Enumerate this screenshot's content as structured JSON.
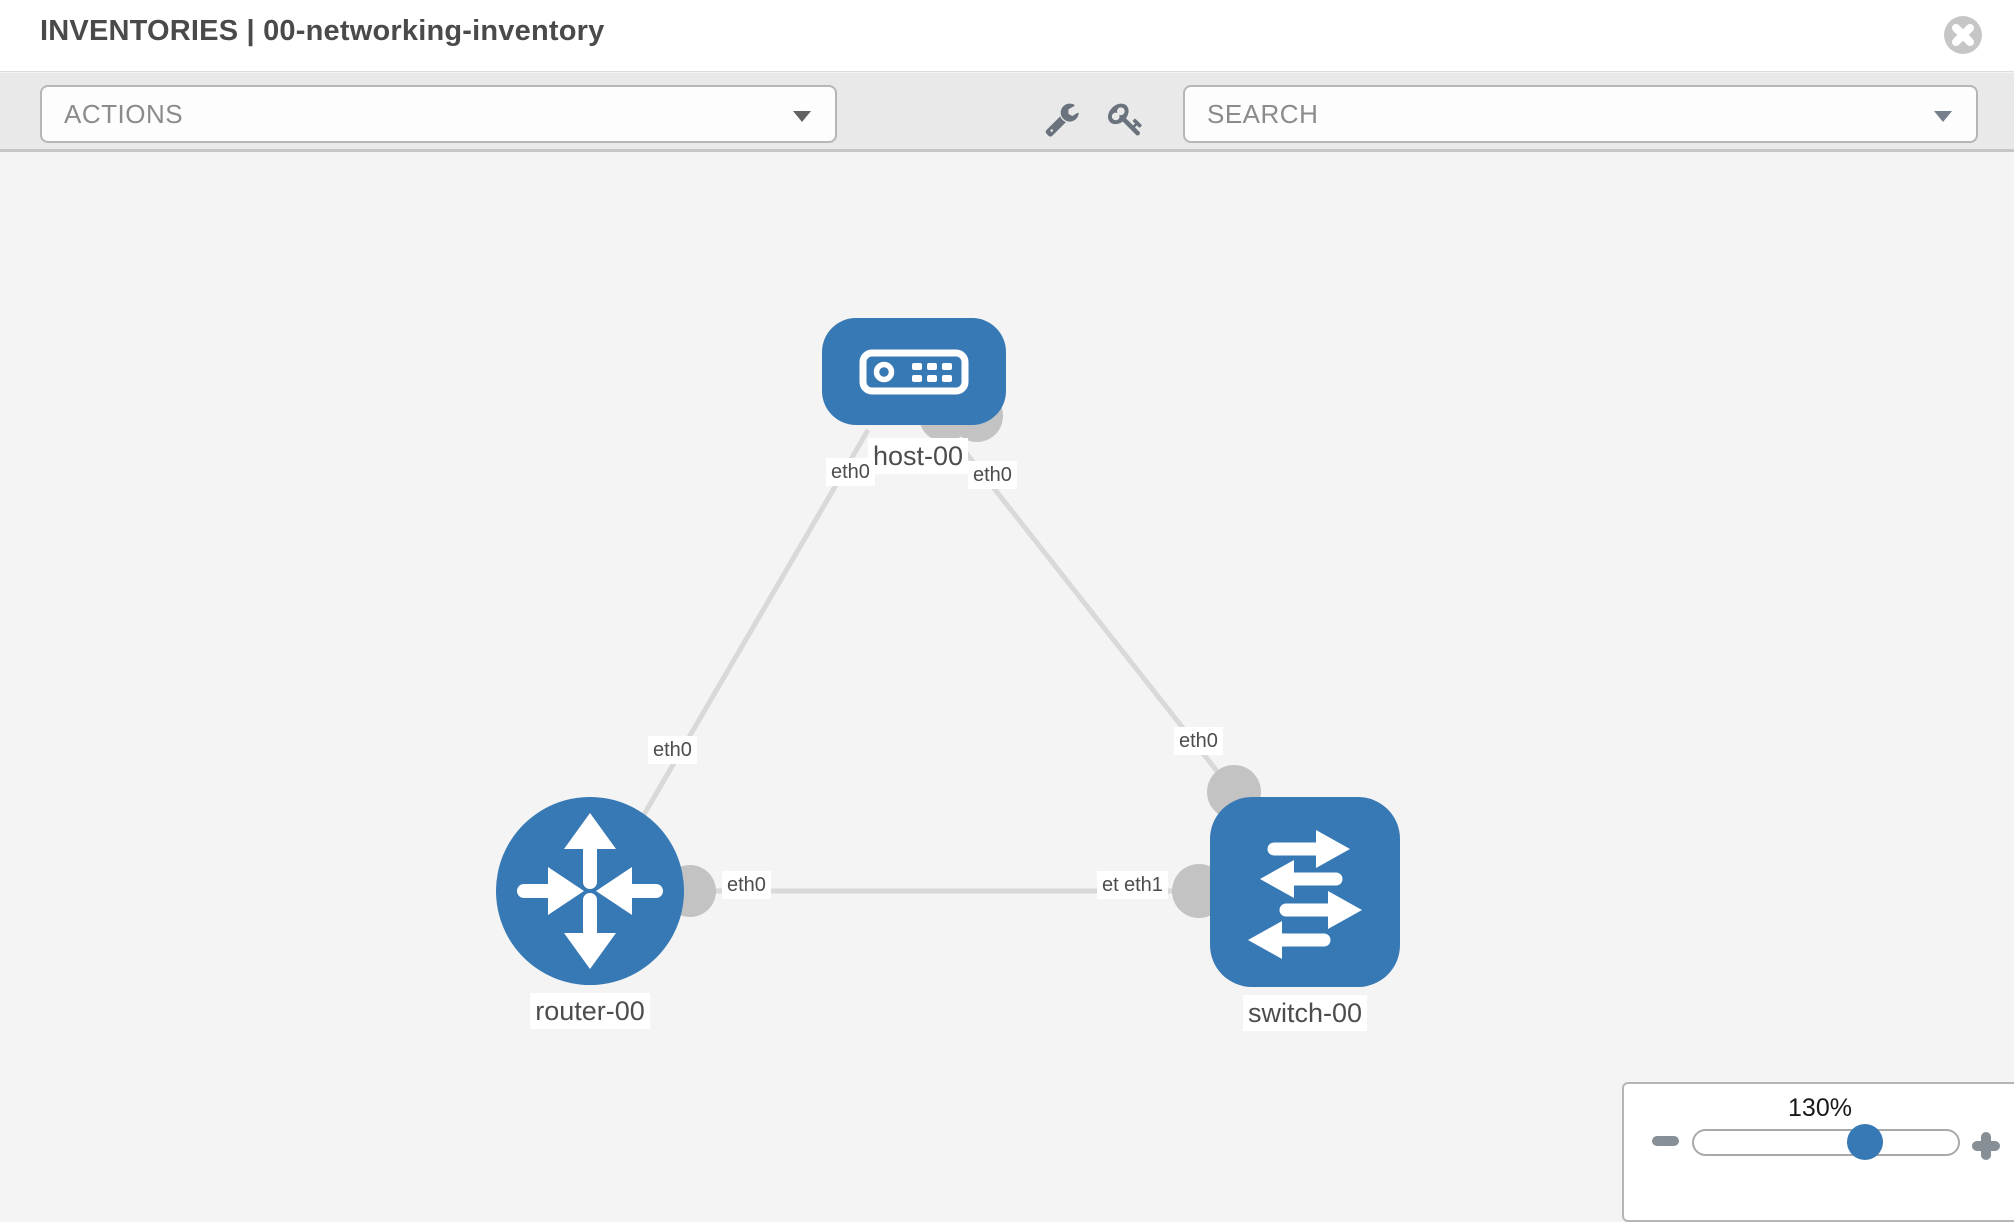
{
  "header": {
    "title": "INVENTORIES | 00-networking-inventory"
  },
  "toolbar": {
    "actions_label": "ACTIONS",
    "search_placeholder": "SEARCH",
    "icons": [
      "wrench-icon",
      "key-icon"
    ]
  },
  "topology": {
    "nodes": [
      {
        "name": "host-00",
        "type": "host"
      },
      {
        "name": "router-00",
        "type": "router"
      },
      {
        "name": "switch-00",
        "type": "switch"
      }
    ],
    "links": [
      {
        "source": "host-00",
        "target": "router-00",
        "source_interface": "eth0",
        "target_interface": "eth0"
      },
      {
        "source": "host-00",
        "target": "switch-00",
        "source_interface": "eth0",
        "target_interface": "eth0"
      },
      {
        "source": "router-00",
        "target": "switch-00",
        "source_interface": "eth0",
        "target_interface": "eth1",
        "target_interface_overlapped": "eth1"
      }
    ],
    "colors": {
      "node_blue": "#3779b5",
      "link_gray": "#d9d9d9",
      "connector_gray": "#c3c3c3"
    }
  },
  "zoom_control": {
    "value": "130%"
  }
}
